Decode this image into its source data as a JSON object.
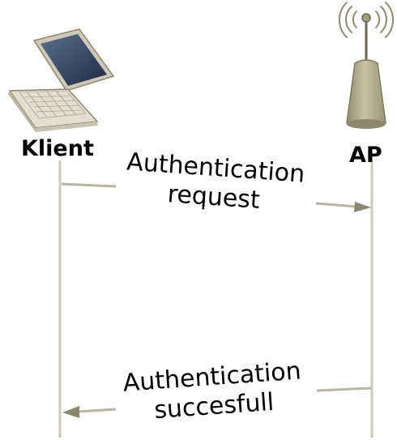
{
  "participants": {
    "client": {
      "label": "Klient",
      "icon": "laptop-icon"
    },
    "ap": {
      "label": "AP",
      "icon": "access-point-antenna-icon"
    }
  },
  "messages": [
    {
      "line1": "Authentication",
      "line2": "request",
      "direction": "client-to-ap"
    },
    {
      "line1": "Authentication",
      "line2": "succesfull",
      "direction": "ap-to-client"
    }
  ],
  "colors": {
    "lifeline": "#cfc9b6",
    "arrow": "#b9b5a3",
    "laptop_body": "#d8d4c4",
    "laptop_screen": "#2a3b55",
    "ap_body": "#b4ad8c"
  }
}
